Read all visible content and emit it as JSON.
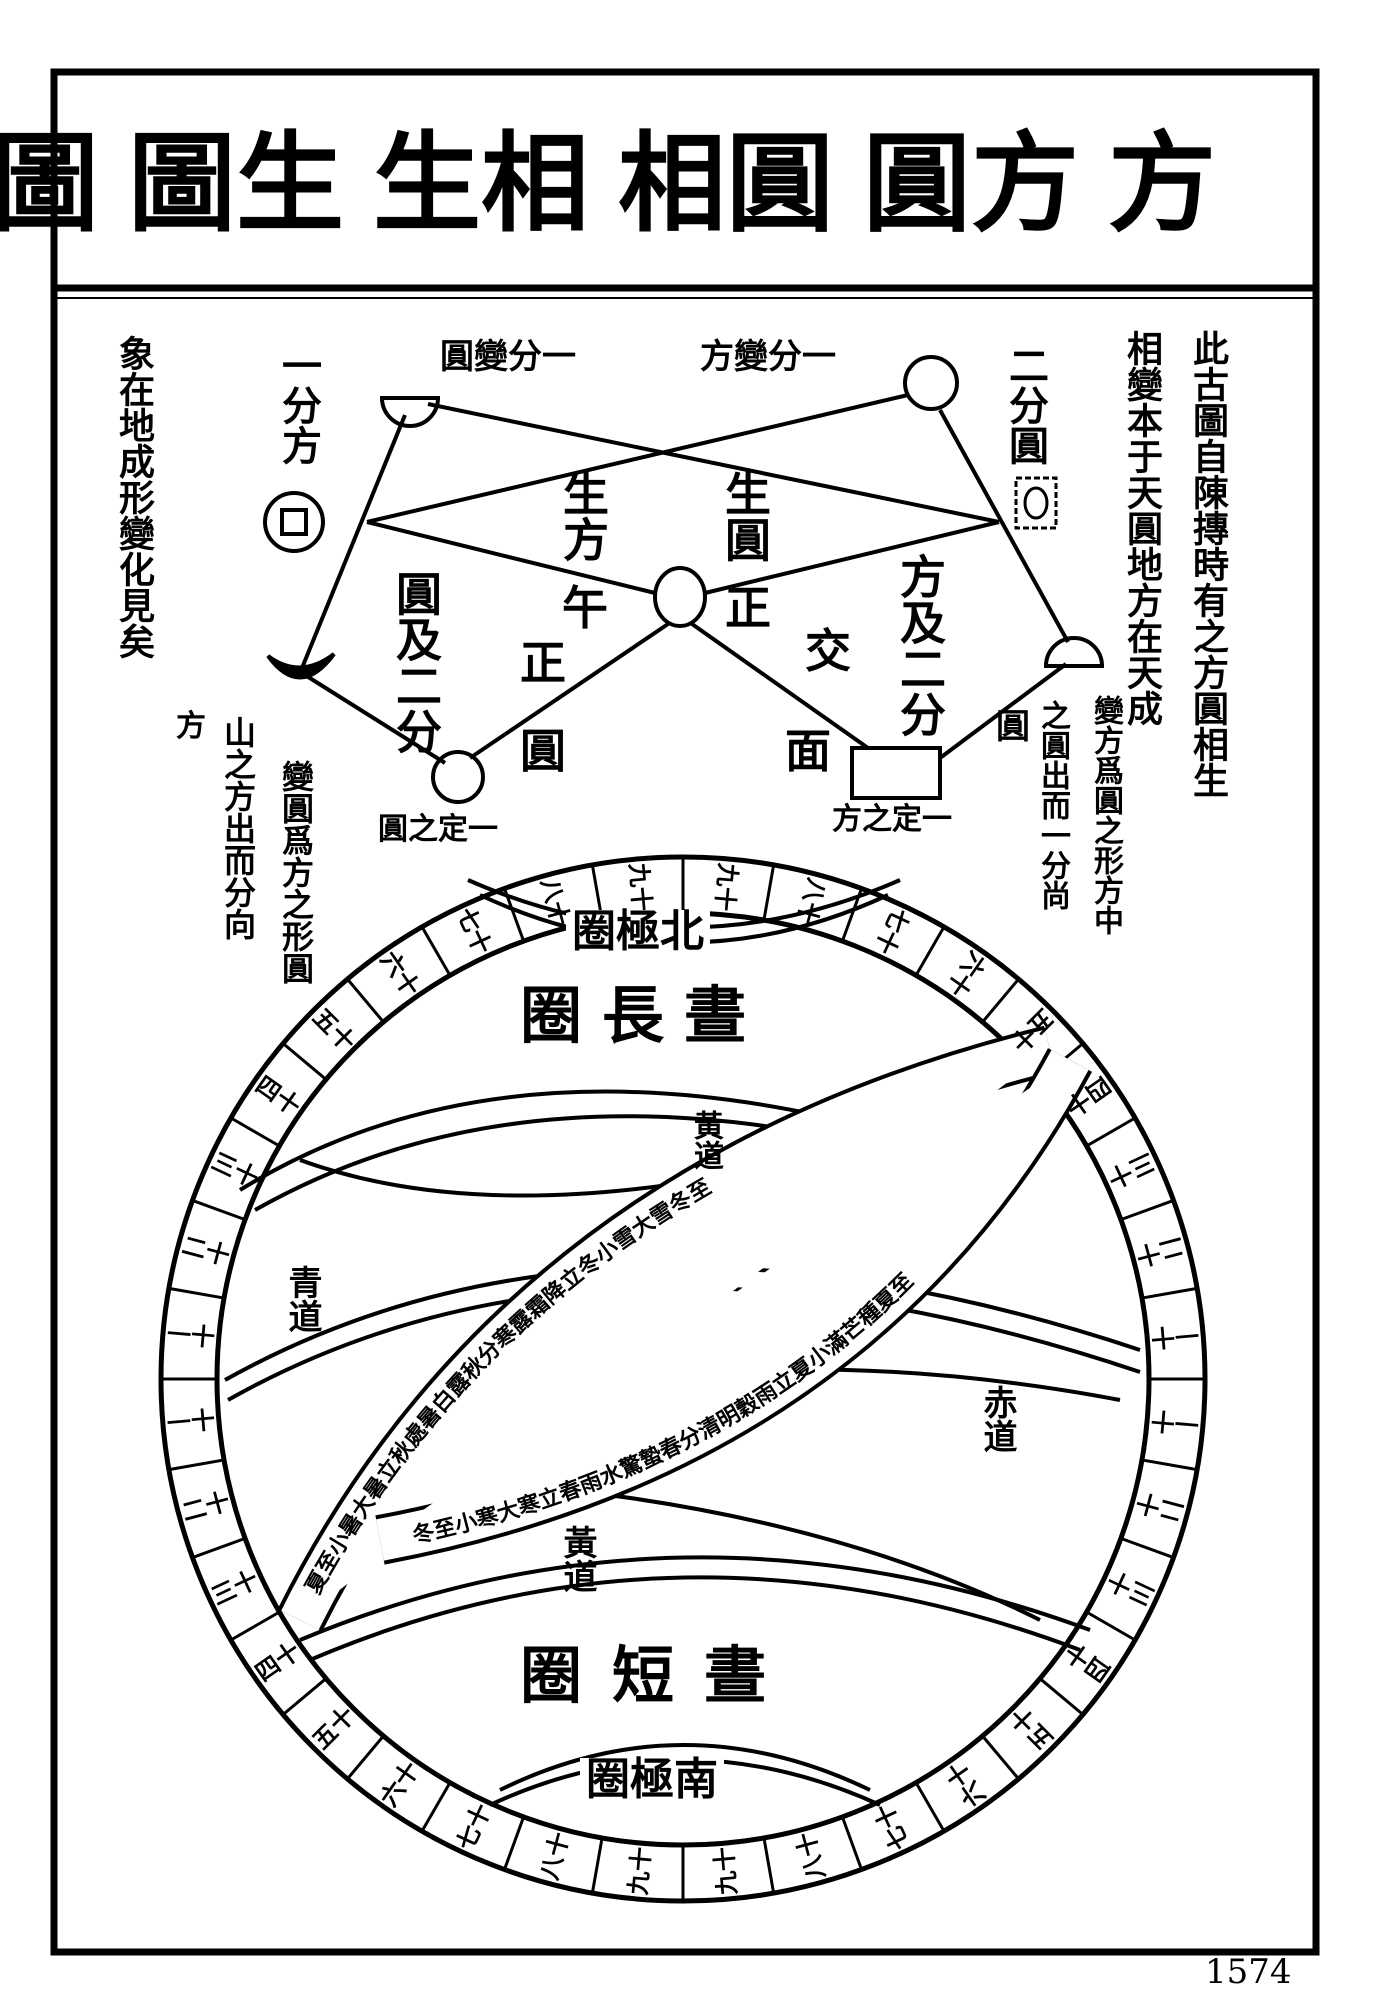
{
  "title": {
    "text": "方圓相生圖",
    "chars": [
      "方",
      "圓",
      "相",
      "生",
      "圖"
    ]
  },
  "top_diagram": {
    "top_left_label": "一分變圓",
    "top_right_label": "一分變方",
    "left_label": "一分方",
    "right_label": "二分圓",
    "center_labels": {
      "sheng_fang": "生方",
      "sheng_yuan": "生圓",
      "wu": "午",
      "zheng_left": "正",
      "zheng_right": "正",
      "jiao": "交",
      "yuan_ji_er_fen": "圓及二分",
      "fang_ji_er_fen": "方及二分",
      "yuan_left": "圓",
      "mian": "面",
      "yuan_right": "圓"
    },
    "bottom_left_label": "一定之圓",
    "bottom_right_label": "一定之方"
  },
  "notes": {
    "right_col_1": "此古圖自陳摶時有之方圓相生",
    "right_col_2": "相變本于天圓地方在天成",
    "left_col_1": "象在地成形變化見矣",
    "inner_right_1": "變方爲圓之形方中",
    "inner_right_2": "之圓出而一分尚",
    "inner_left_1": "變圓爲方之形圓",
    "inner_left_2": "山之方出而分向",
    "inner_left_3": "方"
  },
  "sphere": {
    "north_polar_circle": "北極圈",
    "long_day_circle": "晝長圈",
    "short_day_circle": "晝短圈",
    "south_polar_circle": "南極圈",
    "ecliptic_upper": "黃道",
    "ecliptic_lower": "黃道",
    "equator": "赤道",
    "azure_road": "青道",
    "band_1_text": "夏至小暑大暑立秋處暑白露秋分寒露霜降立冬小雪大雪冬至",
    "band_2_text": "冬至小寒大寒立春雨水驚蟄春分清明穀雨立夏小滿芒種夏至",
    "ring_labels": [
      "九十",
      "八十",
      "七十",
      "六十",
      "五十",
      "四十",
      "三十",
      "二十",
      "一十",
      "一十",
      "二十",
      "三十",
      "四十",
      "五十",
      "六十",
      "七十",
      "八十",
      "九十",
      "九十",
      "八十",
      "七十",
      "六十",
      "五十",
      "四十",
      "三十",
      "二十",
      "一十",
      "一十",
      "二十",
      "三十",
      "四十",
      "五十",
      "六十",
      "七十",
      "八十",
      "九十"
    ]
  },
  "page_number": "1574"
}
